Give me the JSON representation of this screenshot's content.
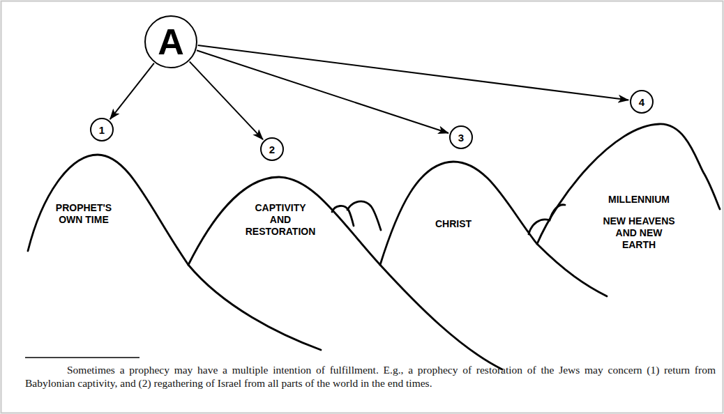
{
  "diagram": {
    "caption": "Sometimes a prophecy may have a multiple intention of fulfillment. E.g., a prophecy of restoration of the Jews may concern (1) return from Babylonian captivity, and (2) regathering of Israel from all parts of the world in the end times.",
    "nodes": [
      {
        "text": [
          "A"
        ]
      },
      {
        "text": [
          "1"
        ]
      },
      {
        "text": [
          "2"
        ]
      },
      {
        "text": [
          "3"
        ]
      },
      {
        "text": [
          "4"
        ]
      },
      {
        "text": [
          "PROPHET'S OWN TIME"
        ]
      },
      {
        "text": [
          "CAPTIVITY AND RESTORATION"
        ]
      },
      {
        "text": [
          "CHRIST"
        ]
      },
      {
        "text": [
          "MILLENNIUM",
          "NEW HEAVENS AND NEW EARTH"
        ]
      }
    ],
    "edges": [
      {
        "from": 0,
        "to": 1,
        "arrow": "to"
      },
      {
        "from": 0,
        "to": 2,
        "arrow": "to"
      },
      {
        "from": 0,
        "to": 3,
        "arrow": "to"
      },
      {
        "from": 0,
        "to": 4,
        "arrow": "to"
      }
    ]
  }
}
